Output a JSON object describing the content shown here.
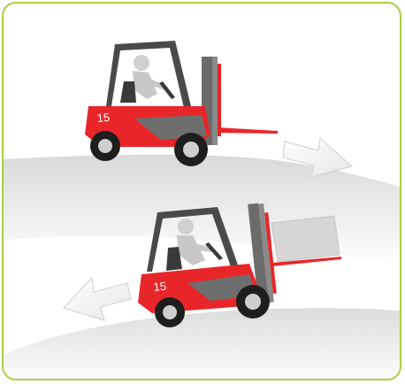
{
  "illustration": {
    "border_color": "#a8cf45",
    "forklift_color": "#e8262a",
    "arrow_color": "#f2f2f2",
    "ground_color": "#e6e6e6",
    "forklift_top": {
      "badge": "15",
      "state": "unloaded",
      "direction": "forward-downhill"
    },
    "forklift_bottom": {
      "badge": "15",
      "state": "loaded",
      "direction": "reverse-downhill"
    }
  }
}
